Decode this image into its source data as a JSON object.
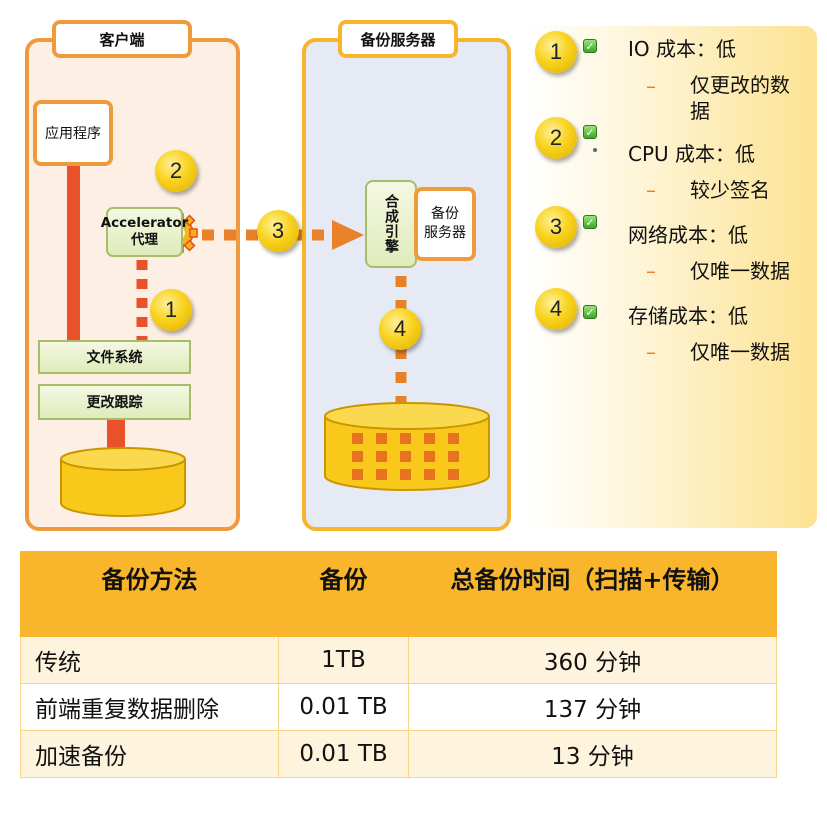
{
  "client": {
    "title": "客户端",
    "app": "应用程序",
    "agent_line1": "Accelerator",
    "agent_line2": "代理",
    "filesystem": "文件系统",
    "change_tracking": "更改跟踪"
  },
  "server": {
    "title": "备份服务器",
    "dedup_engine": "合成引擎",
    "backup_server_line1": "备份",
    "backup_server_line2": "服务器"
  },
  "flow_steps": [
    "1",
    "2",
    "3",
    "4"
  ],
  "benefits": [
    {
      "num": "1",
      "title": "IO 成本：低",
      "detail": "仅更改的数据"
    },
    {
      "num": "2",
      "title": "CPU 成本：低",
      "detail": "较少签名"
    },
    {
      "num": "3",
      "title": "网络成本：低",
      "detail": "仅唯一数据"
    },
    {
      "num": "4",
      "title": "存储成本：低",
      "detail": "仅唯一数据"
    }
  ],
  "dash": "–",
  "table": {
    "headers": [
      "备份方法",
      "备份",
      "总备份时间（扫描+传输）"
    ],
    "rows": [
      [
        "传统",
        "1TB",
        "360 分钟"
      ],
      [
        "前端重复数据删除",
        "0.01 TB",
        "137 分钟"
      ],
      [
        "加速备份",
        "0.01 TB",
        "13 分钟"
      ]
    ]
  },
  "colors": {
    "accent_orange": "#F09A3E",
    "table_header": "#F9B62D",
    "arrow": "#E8812A",
    "red_bar": "#E8512A",
    "disk": "#F8C81A"
  }
}
